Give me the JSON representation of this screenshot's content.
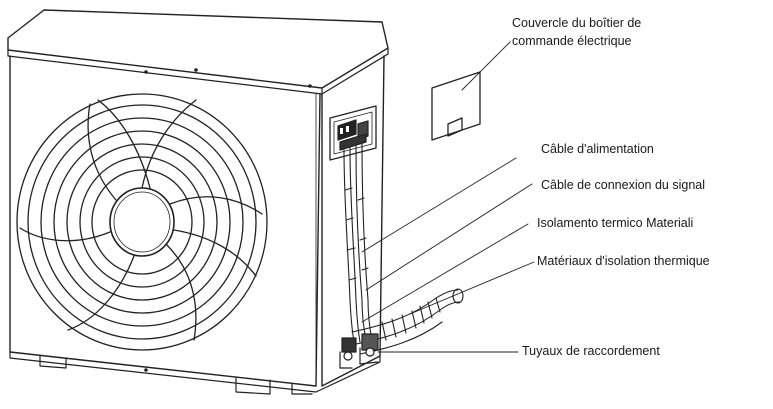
{
  "labels": {
    "cover_line1": "Couvercle du boîtier de",
    "cover_line2": "commande électrique",
    "power_cable": "Câble d'alimentation",
    "signal_cable": "Câble de connexion du signal",
    "insulation_it": "Isolamento termico Materiali",
    "insulation_fr": "Matériaux d'isolation thermique",
    "pipes": "Tuyaux de raccordement"
  }
}
